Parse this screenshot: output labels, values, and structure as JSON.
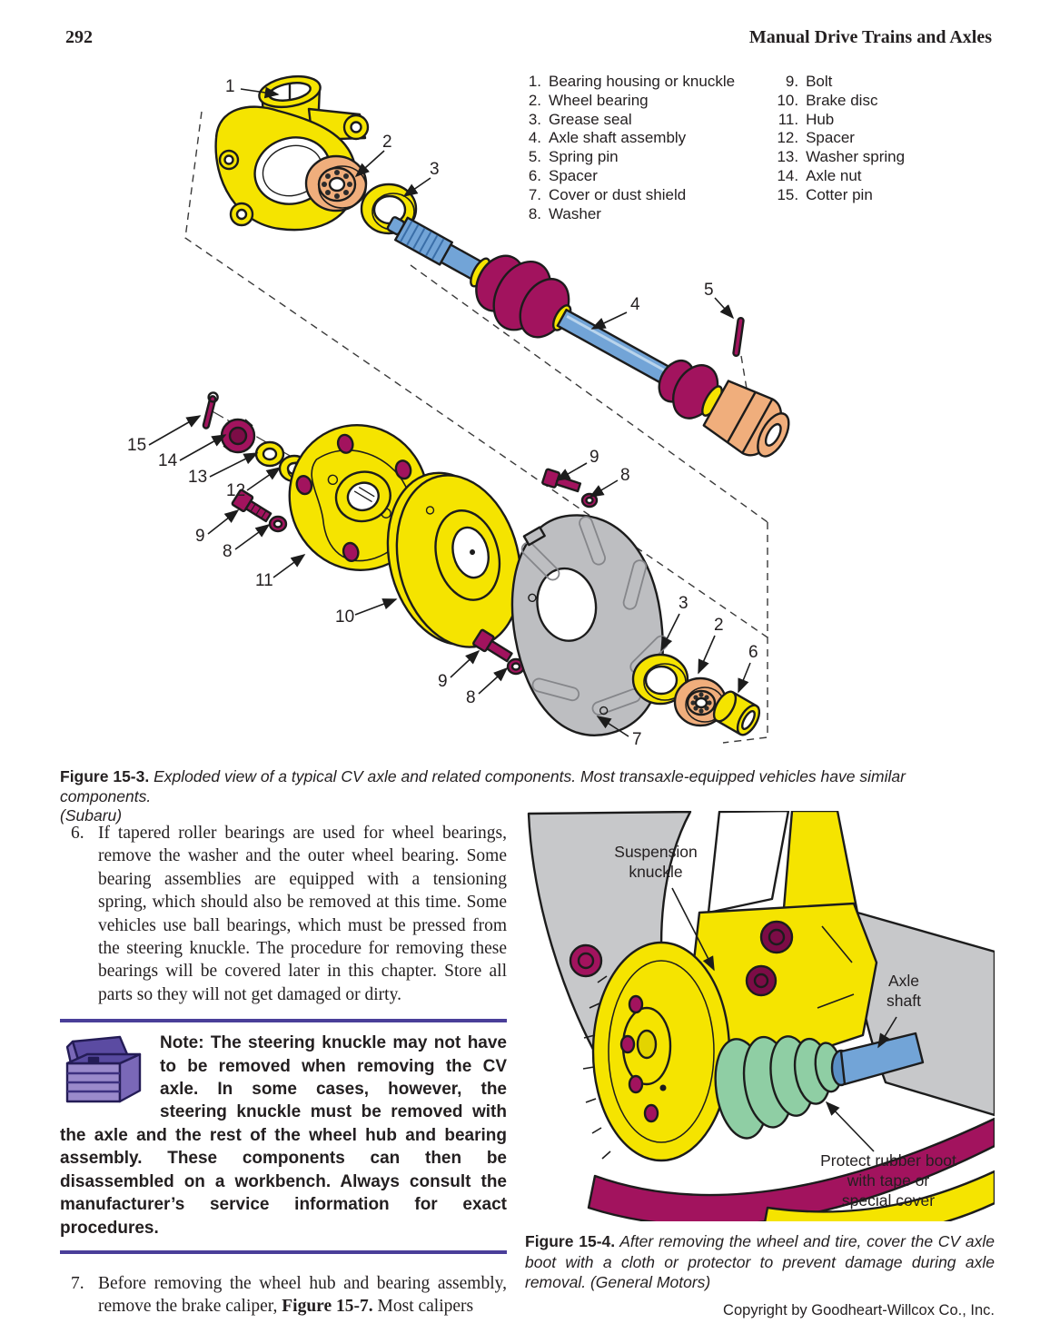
{
  "header": {
    "page_number": "292",
    "title": "Manual Drive Trains and Axles"
  },
  "figure3": {
    "parts_col1": [
      {
        "num": "1.",
        "label": "Bearing housing or knuckle"
      },
      {
        "num": "2.",
        "label": "Wheel bearing"
      },
      {
        "num": "3.",
        "label": "Grease seal"
      },
      {
        "num": "4.",
        "label": "Axle shaft assembly"
      },
      {
        "num": "5.",
        "label": "Spring pin"
      },
      {
        "num": "6.",
        "label": "Spacer"
      },
      {
        "num": "7.",
        "label": "Cover or dust shield"
      },
      {
        "num": "8.",
        "label": "Washer"
      }
    ],
    "parts_col2": [
      {
        "num": "9.",
        "label": "Bolt"
      },
      {
        "num": "10.",
        "label": "Brake disc"
      },
      {
        "num": "11.",
        "label": "Hub"
      },
      {
        "num": "12.",
        "label": "Spacer"
      },
      {
        "num": "13.",
        "label": "Washer spring"
      },
      {
        "num": "14.",
        "label": "Axle nut"
      },
      {
        "num": "15.",
        "label": "Cotter pin"
      }
    ],
    "callouts": [
      "1",
      "2",
      "3",
      "4",
      "5",
      "15",
      "14",
      "13",
      "12",
      "9",
      "8",
      "11",
      "10",
      "9",
      "8",
      "9",
      "8",
      "3",
      "2",
      "6",
      "7"
    ],
    "caption_label": "Figure 15-3.",
    "caption_text": "Exploded view of a typical CV axle and related components. Most transaxle-equipped vehicles have similar components.",
    "caption_credit": "(Subaru)"
  },
  "body": {
    "item6_num": "6.",
    "item6": "If tapered roller bearings are used for wheel bearings, remove the washer and the outer wheel bearing. Some bearing assemblies are equipped with a tensioning spring, which should also be removed at this time. Some vehicles use ball bearings, which must be pressed from the steering knuckle. The procedure for removing these bearings will be covered later in this chapter. Store all parts so they will not get damaged or dirty.",
    "note": "Note: The steering knuckle may not have to be removed when removing the CV axle. In some cases, however, the steering knuckle must be removed with the axle and the rest of the wheel hub and bearing assembly. These components can then be disassembled on a workbench. Always consult the manufacturer’s service information for exact procedures.",
    "item7_num": "7.",
    "item7_pre": "Before removing the wheel hub and bearing assembly, remove the brake caliper, ",
    "item7_ref": "Figure 15-7.",
    "item7_post": " Most calipers"
  },
  "figure4": {
    "labels": {
      "suspension": [
        "Suspension",
        "knuckle"
      ],
      "axle": [
        "Axle",
        "shaft"
      ],
      "boot": [
        "Protect rubber boot",
        "with tape or",
        "special cover"
      ]
    },
    "caption_label": "Figure 15-4.",
    "caption_text": "After removing the wheel and tire, cover the CV axle boot with a cloth or protector to prevent damage during axle removal. (General Motors)"
  },
  "footer": {
    "copyright": "Copyright by Goodheart-Willcox Co., Inc."
  },
  "colors": {
    "part_yellow": "#F5E400",
    "part_tan": "#F0AE7C",
    "part_magenta": "#A2135E",
    "part_blue": "#72A4D7",
    "part_gray": "#BDBEC1",
    "boot_green": "#8FCEA4",
    "note_rule_purple": "#4A3E99"
  }
}
